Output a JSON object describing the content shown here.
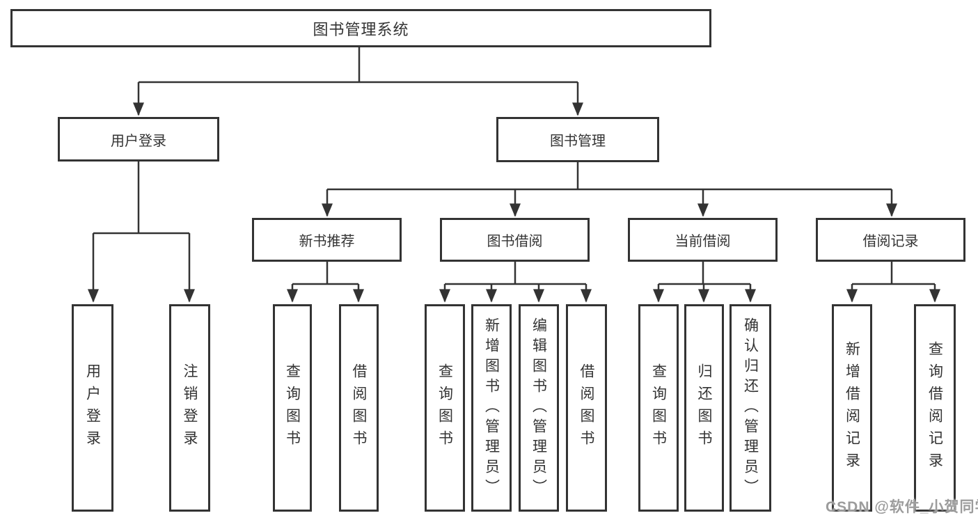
{
  "diagram": {
    "root": {
      "label": "图书管理系统",
      "children": [
        {
          "label": "用户登录",
          "children": [
            {
              "label": "用户登录"
            },
            {
              "label": "注销登录"
            }
          ]
        },
        {
          "label": "图书管理",
          "children": [
            {
              "label": "新书推荐",
              "children": [
                {
                  "label": "查询图书"
                },
                {
                  "label": "借阅图书"
                }
              ]
            },
            {
              "label": "图书借阅",
              "children": [
                {
                  "label": "查询图书"
                },
                {
                  "label": "新增图书（管理员）"
                },
                {
                  "label": "编辑图书（管理员）"
                },
                {
                  "label": "借阅图书"
                }
              ]
            },
            {
              "label": "当前借阅",
              "children": [
                {
                  "label": "查询图书"
                },
                {
                  "label": "归还图书"
                },
                {
                  "label": "确认归还（管理员）"
                }
              ]
            },
            {
              "label": "借阅记录",
              "children": [
                {
                  "label": "新增借阅记录"
                },
                {
                  "label": "查询借阅记录"
                }
              ]
            }
          ]
        }
      ]
    }
  },
  "watermark": {
    "text": "CSDN @软件_小贺同学"
  },
  "colors": {
    "line": "#333333",
    "box_border": "#333333",
    "text": "#333333",
    "watermark": "#9c9c9c",
    "background": "#ffffff"
  }
}
